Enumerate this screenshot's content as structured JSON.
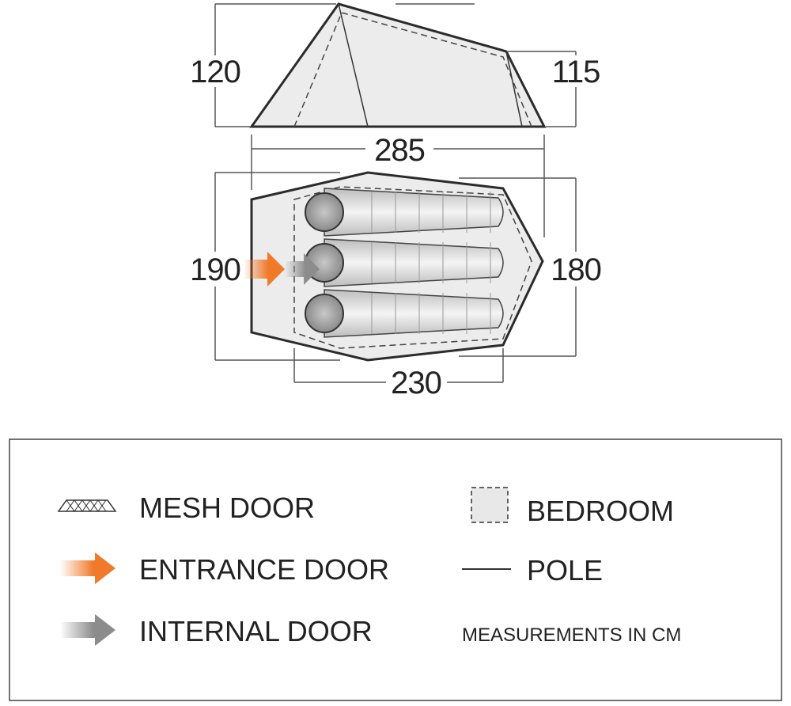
{
  "dimensions": {
    "front_height": "120",
    "rear_height": "115",
    "total_length": "285",
    "front_width": "190",
    "rear_width": "180",
    "inner_length": "230"
  },
  "legend": {
    "mesh_door": "MESH DOOR",
    "entrance_door": "ENTRANCE DOOR",
    "internal_door": "INTERNAL DOOR",
    "bedroom": "BEDROOM",
    "pole": "POLE",
    "units": "MEASUREMENTS IN CM"
  },
  "colors": {
    "entrance_arrow": "#f07a2a",
    "internal_arrow": "#8c8c8c",
    "outline": "#2b2b2b",
    "fill": "#ececec"
  }
}
